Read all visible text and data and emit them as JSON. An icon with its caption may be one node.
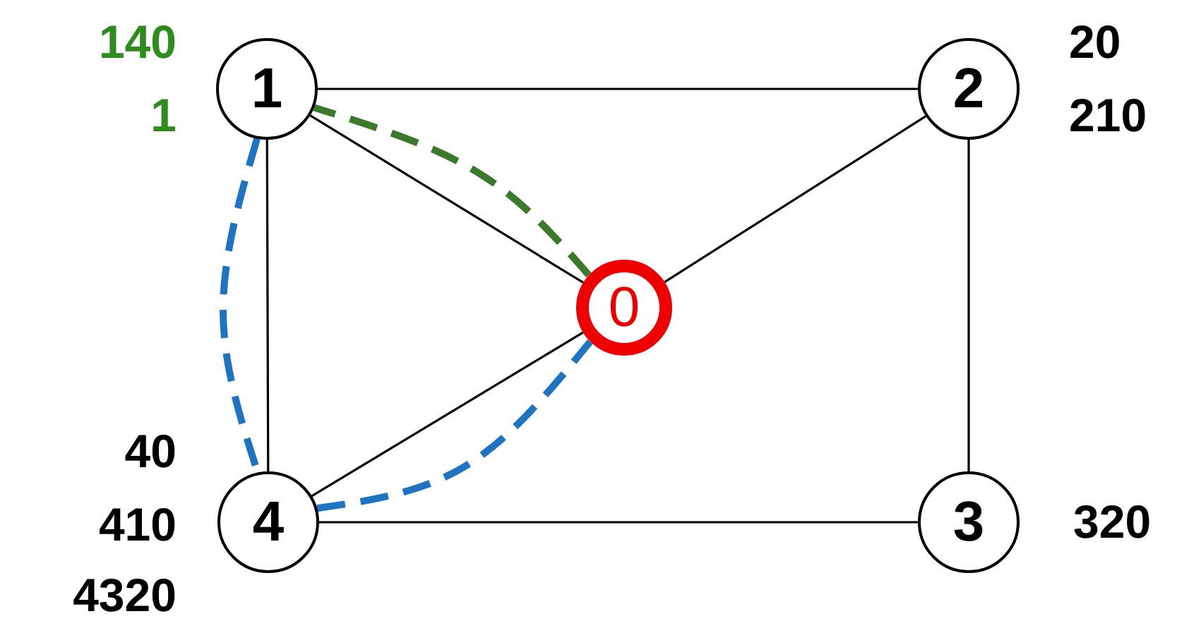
{
  "diagram": {
    "nodes": [
      {
        "text": [
          "0"
        ]
      },
      {
        "text": [
          "1"
        ],
        "beside": [
          "140",
          "1"
        ]
      },
      {
        "text": [
          "2"
        ],
        "beside": [
          "20",
          "210"
        ]
      },
      {
        "text": [
          "3"
        ],
        "beside": [
          "320"
        ]
      },
      {
        "text": [
          "4"
        ],
        "beside": [
          "40",
          "410",
          "4320"
        ]
      }
    ],
    "edges": [
      {
        "from": 1,
        "to": 2,
        "arrow": "none"
      },
      {
        "from": 1,
        "to": 0,
        "arrow": "none"
      },
      {
        "from": 1,
        "to": 4,
        "arrow": "none"
      },
      {
        "from": 2,
        "to": 0,
        "arrow": "none"
      },
      {
        "from": 2,
        "to": 3,
        "arrow": "none"
      },
      {
        "from": 4,
        "to": 0,
        "arrow": "none"
      },
      {
        "from": 4,
        "to": 3,
        "arrow": "none"
      },
      {
        "from": 0,
        "to": 1,
        "arrow": "none",
        "style": "dashed",
        "color": "#3b7a2a"
      },
      {
        "from": 1,
        "to": 4,
        "arrow": "none",
        "style": "dashed",
        "color": "#1f74c2"
      },
      {
        "from": 4,
        "to": 0,
        "arrow": "none",
        "style": "dashed",
        "color": "#1f74c2"
      }
    ]
  }
}
